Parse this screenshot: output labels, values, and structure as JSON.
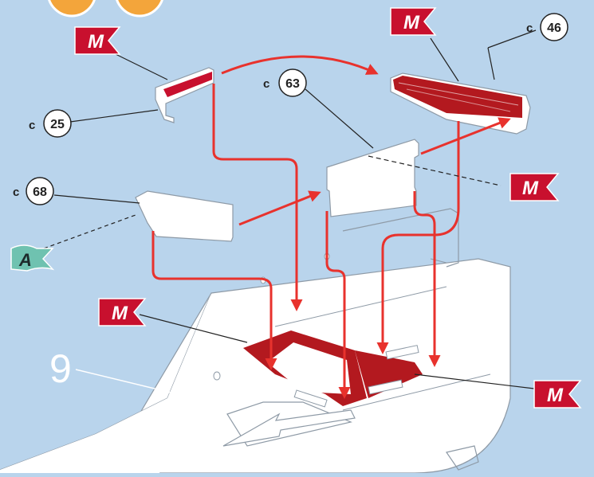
{
  "step": {
    "number": "9"
  },
  "parts": [
    {
      "prefix": "c",
      "number": "25"
    },
    {
      "prefix": "c",
      "number": "63"
    },
    {
      "prefix": "c",
      "number": "46"
    },
    {
      "prefix": "c",
      "number": "68"
    }
  ],
  "flags": {
    "m_label": "M",
    "a_label": "A"
  },
  "colors": {
    "background": "#b9d4ec",
    "part_fill": "#ffffff",
    "arrow": "#e8322d",
    "glue_flag": "#c8102e",
    "alignment_flag": "#6fc2b0",
    "glue_area": "#b3191f"
  }
}
